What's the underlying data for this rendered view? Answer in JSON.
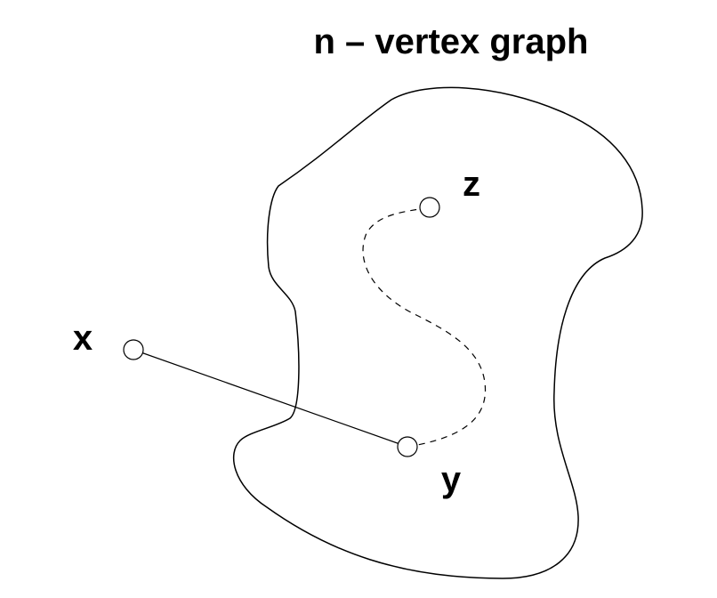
{
  "title": "n – vertex graph",
  "vertices": {
    "x": {
      "label": "x"
    },
    "y": {
      "label": "y"
    },
    "z": {
      "label": "z"
    }
  },
  "colors": {
    "stroke": "#000000",
    "background": "#ffffff"
  }
}
